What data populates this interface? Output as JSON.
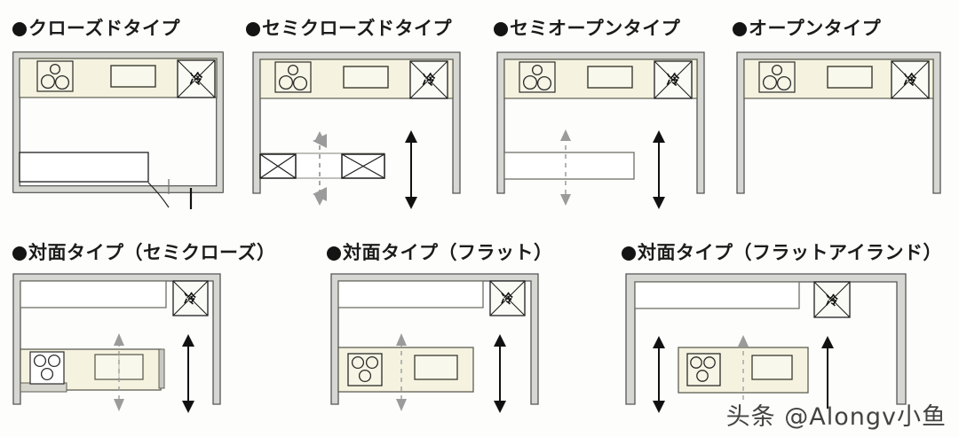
{
  "page": {
    "background_color": "#fdfdfc",
    "line_color": "#1e1e1e",
    "wall_fill": "#c9c9c4",
    "counter_fill": "#f5f3e0",
    "arrow_gray": "#9b9b9b",
    "arrow_black": "#111111"
  },
  "watermark": {
    "text": "头条 @Alongv小鱼"
  },
  "symbols": {
    "refrigerator_label": "冷",
    "stove_name": "stove-3-burner",
    "sink_name": "sink-basin"
  },
  "plans": [
    {
      "id": "closed",
      "title": "●クローズドタイプ",
      "title_text": "クローズドタイプ",
      "features": {
        "walls": "all-four-sides",
        "counter": "top-run-with-stove-sink-fridge",
        "lower_counter": "bottom-left-run",
        "door": "bottom-right-swing-door",
        "gray_arrow": false,
        "black_arrow": false,
        "cabinet_boxes": 0
      }
    },
    {
      "id": "semi-closed",
      "title": "●セミクローズドタイプ",
      "title_text": "セミクローズドタイプ",
      "features": {
        "walls": "left-top-right-open-bottom",
        "counter": "top-run-with-stove-sink-fridge",
        "lower_counter": "bottom-run-with-two-x-cabinets",
        "door": "none",
        "gray_arrow": true,
        "black_arrow": true,
        "cabinet_boxes": 2
      }
    },
    {
      "id": "semi-open",
      "title": "●セミオープンタイプ",
      "title_text": "セミオープンタイプ",
      "features": {
        "walls": "left-top-right-open-bottom",
        "counter": "top-run-with-stove-sink-fridge",
        "lower_counter": "bottom-plain-counter",
        "door": "none",
        "gray_arrow": true,
        "black_arrow": true,
        "cabinet_boxes": 0
      }
    },
    {
      "id": "open",
      "title": "●オープンタイプ",
      "title_text": "オープンタイプ",
      "features": {
        "walls": "left-top-right-open-bottom",
        "counter": "top-run-with-stove-sink-fridge",
        "lower_counter": "none",
        "door": "none",
        "gray_arrow": false,
        "black_arrow": false,
        "cabinet_boxes": 0
      }
    },
    {
      "id": "facing-semi-closed",
      "title": "●対面タイプ（セミクローズ）",
      "title_text": "対面タイプ（セミクローズ）",
      "features": {
        "walls": "left-top-right-open-bottom",
        "counter": "top-plain-run-plus-fridge",
        "island": "peninsula-with-stove-and-sink-with-raised-back",
        "gray_arrow": true,
        "black_arrow": true,
        "island_style": "semi-closed-raised"
      }
    },
    {
      "id": "facing-flat",
      "title": "●対面タイプ（フラット）",
      "title_text": "対面タイプ（フラット）",
      "features": {
        "walls": "left-top-right-open-bottom",
        "counter": "top-plain-run-plus-fridge",
        "island": "peninsula-with-stove-and-sink-flat",
        "gray_arrow": true,
        "black_arrow": true,
        "island_style": "flat"
      }
    },
    {
      "id": "facing-flat-island",
      "title": "●対面タイプ（フラットアイランド）",
      "title_text": "対面タイプ（フラットアイランド）",
      "features": {
        "walls": "left-top-right-open-bottom",
        "counter": "top-plain-run-plus-fridge",
        "island": "free-standing-island-with-stove-and-sink",
        "gray_arrow": true,
        "black_arrow": true,
        "black_arrow_count": 2,
        "island_style": "flat-island"
      }
    }
  ]
}
